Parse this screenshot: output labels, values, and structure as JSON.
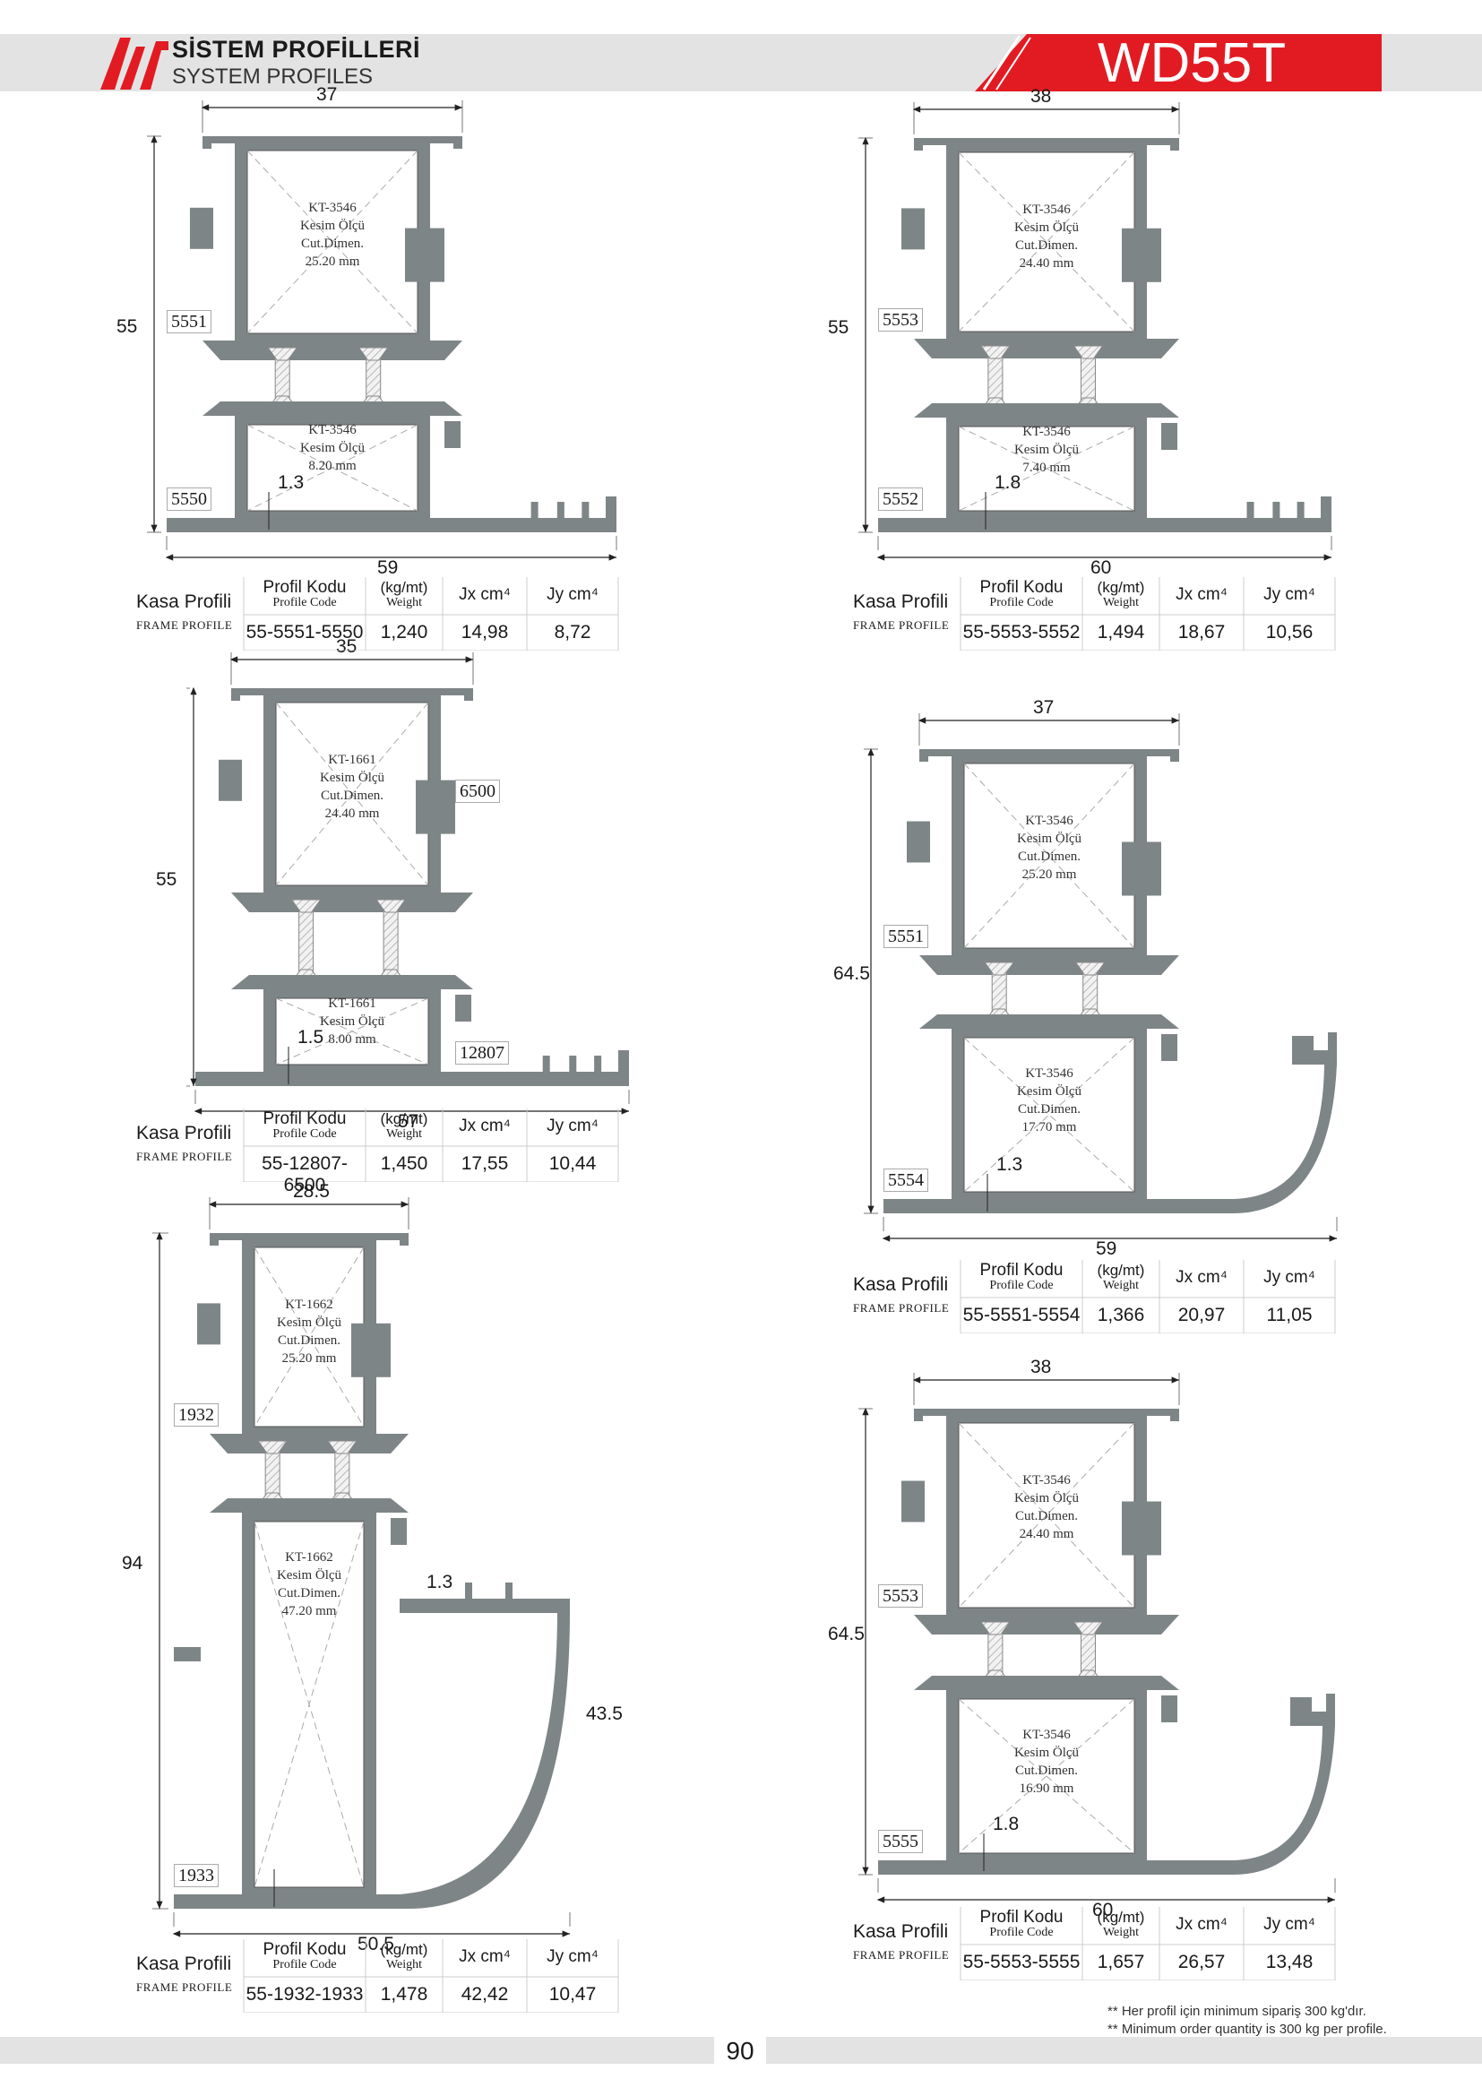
{
  "header": {
    "brand_tr": "SİSTEM PROFİLLERİ",
    "brand_en": "SYSTEM PROFILES",
    "model": "WD55T",
    "accent": "#e21b23"
  },
  "labels": {
    "kasa": "Kasa Profili",
    "frame": "FRAME PROFILE",
    "kodu": "Profil Kodu",
    "code": "Profile Code",
    "kgmt": "(kg/mt)",
    "weight": "Weight",
    "jx": "Jx cm⁴",
    "jy": "Jy cm⁴",
    "kesim": "Kesim Ölçü",
    "cut": "Cut.Dimen."
  },
  "profiles": [
    {
      "code": "55-5551-5550",
      "weight": "1,240",
      "jx": "14,98",
      "jy": "8,72",
      "w": "37",
      "h": "55",
      "base": "59",
      "t": "1.3",
      "top_tag": "5551",
      "bot_tag": "5550",
      "kt_top": "KT-3546",
      "cut_top": "25.20 mm",
      "kt_bot": "KT-3546",
      "cut_bot": "8.20 mm"
    },
    {
      "code": "55-5553-5552",
      "weight": "1,494",
      "jx": "18,67",
      "jy": "10,56",
      "w": "38",
      "h": "55",
      "base": "60",
      "t": "1.8",
      "top_tag": "5553",
      "bot_tag": "5552",
      "kt_top": "KT-3546",
      "cut_top": "24.40 mm",
      "kt_bot": "KT-3546",
      "cut_bot": "7.40 mm"
    },
    {
      "code": "55-12807-6500",
      "weight": "1,450",
      "jx": "17,55",
      "jy": "10,44",
      "w": "35",
      "h": "55",
      "base": "57",
      "t": "1.5",
      "top_tag": "6500",
      "bot_tag": "12807",
      "kt_top": "KT-1661",
      "cut_top": "24.40 mm",
      "kt_bot": "KT-1661",
      "cut_bot": "8.00 mm"
    },
    {
      "code": "55-5551-5554",
      "weight": "1,366",
      "jx": "20,97",
      "jy": "11,05",
      "w": "37",
      "h": "64.5",
      "base": "59",
      "t": "1.3",
      "top_tag": "5551",
      "bot_tag": "5554",
      "kt_top": "KT-3546",
      "cut_top": "25.20 mm",
      "kt_bot": "KT-3546",
      "cut_bot": "17.70 mm"
    },
    {
      "code": "55-1932-1933",
      "weight": "1,478",
      "jx": "42,42",
      "jy": "10,47",
      "w": "28.5",
      "h": "94",
      "base": "50.5",
      "t": "1.3",
      "side": "43.5",
      "top_tag": "1932",
      "bot_tag": "1933",
      "kt_top": "KT-1662",
      "cut_top": "25.20 mm",
      "kt_bot": "KT-1662",
      "cut_bot": "47.20 mm"
    },
    {
      "code": "55-5553-5555",
      "weight": "1,657",
      "jx": "26,57",
      "jy": "13,48",
      "w": "38",
      "h": "64.5",
      "base": "60",
      "t": "1.8",
      "top_tag": "5553",
      "bot_tag": "5555",
      "kt_top": "KT-3546",
      "cut_top": "24.40 mm",
      "kt_bot": "KT-3546",
      "cut_bot": "16.90 mm"
    }
  ],
  "footer": {
    "page": "90",
    "note_tr": "** Her profil için minimum sipariş 300 kg'dır.",
    "note_en": "** Minimum order quantity is 300 kg per profile."
  }
}
